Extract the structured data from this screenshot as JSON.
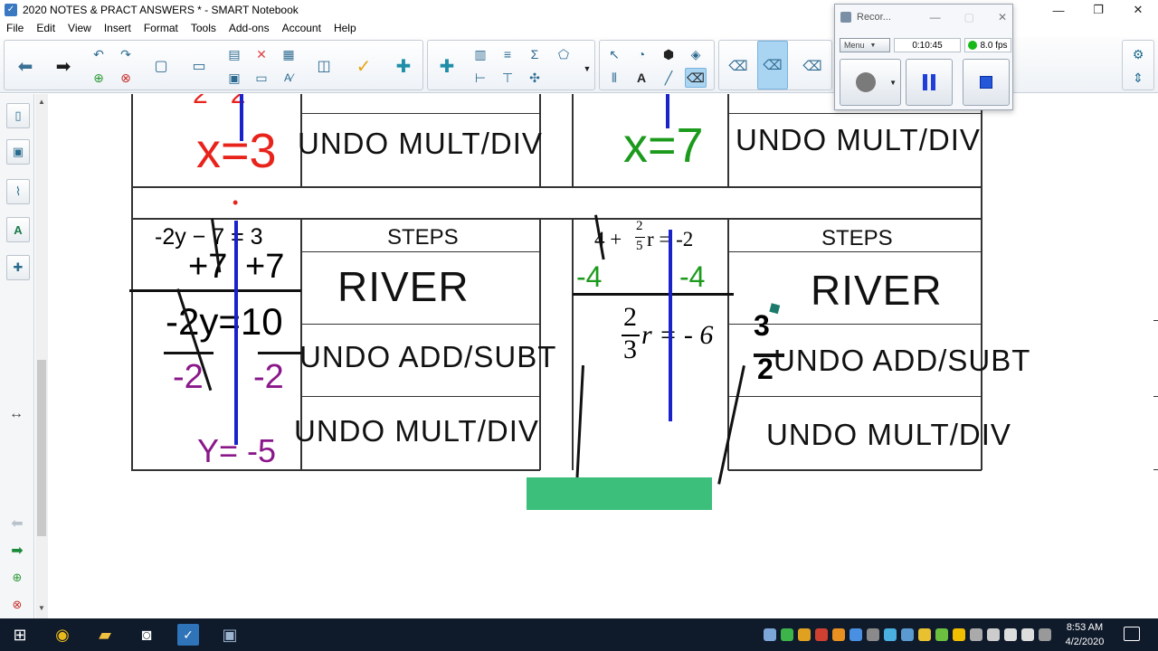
{
  "window": {
    "title": "2020 NOTES & PRACT ANSWERS * - SMART Notebook",
    "minimize": "—",
    "maximize": "❐",
    "close": "✕"
  },
  "menu": [
    "File",
    "Edit",
    "View",
    "Insert",
    "Format",
    "Tools",
    "Add-ons",
    "Account",
    "Help"
  ],
  "recorder": {
    "title": "Recor...",
    "menu_label": "Menu",
    "elapsed": "0:10:45",
    "fps": "8.0 fps"
  },
  "worksheet": {
    "top_left_answer": "x=3",
    "top_right_answer": "x=7",
    "top_left_step": "UNDO MULT/DIV",
    "top_right_step": "UNDO MULT/DIV",
    "left_problem": {
      "equation": "-2y − 7 = 3",
      "step1_left": "+7",
      "step1_right": "+7",
      "result1": "-2y=10",
      "div_left": "-2",
      "div_right": "-2",
      "answer": "Y= -5"
    },
    "right_problem": {
      "equation_prefix": "4 +",
      "frac_num": "2",
      "frac_den": "5",
      "equation_suffix": "r = -2",
      "step1_left": "-4",
      "step1_right": "-4",
      "result_num": "2",
      "result_den": "3",
      "result_suffix": "r = - 6",
      "recip_num": "3",
      "recip_den": "2"
    },
    "steps_header_left": "STEPS",
    "steps_header_right": "STEPS",
    "river_left": "RIVER",
    "river_right": "RIVER",
    "undo_add_left": "UNDO ADD/SUBT",
    "undo_add_right": "UNDO ADD/SUBT",
    "undo_mult_left": "UNDO MULT/DIV",
    "undo_mult_right": "UNDO MULT/DIV",
    "reveal_box_color": "#3dbf7c"
  },
  "taskbar": {
    "time": "8:53 AM",
    "date": "4/2/2020"
  },
  "colors": {
    "red_ink": "#e8231c",
    "green_ink": "#1c9a1c",
    "blue_pen": "#1a22cc",
    "purple_ink": "#8a178a"
  }
}
